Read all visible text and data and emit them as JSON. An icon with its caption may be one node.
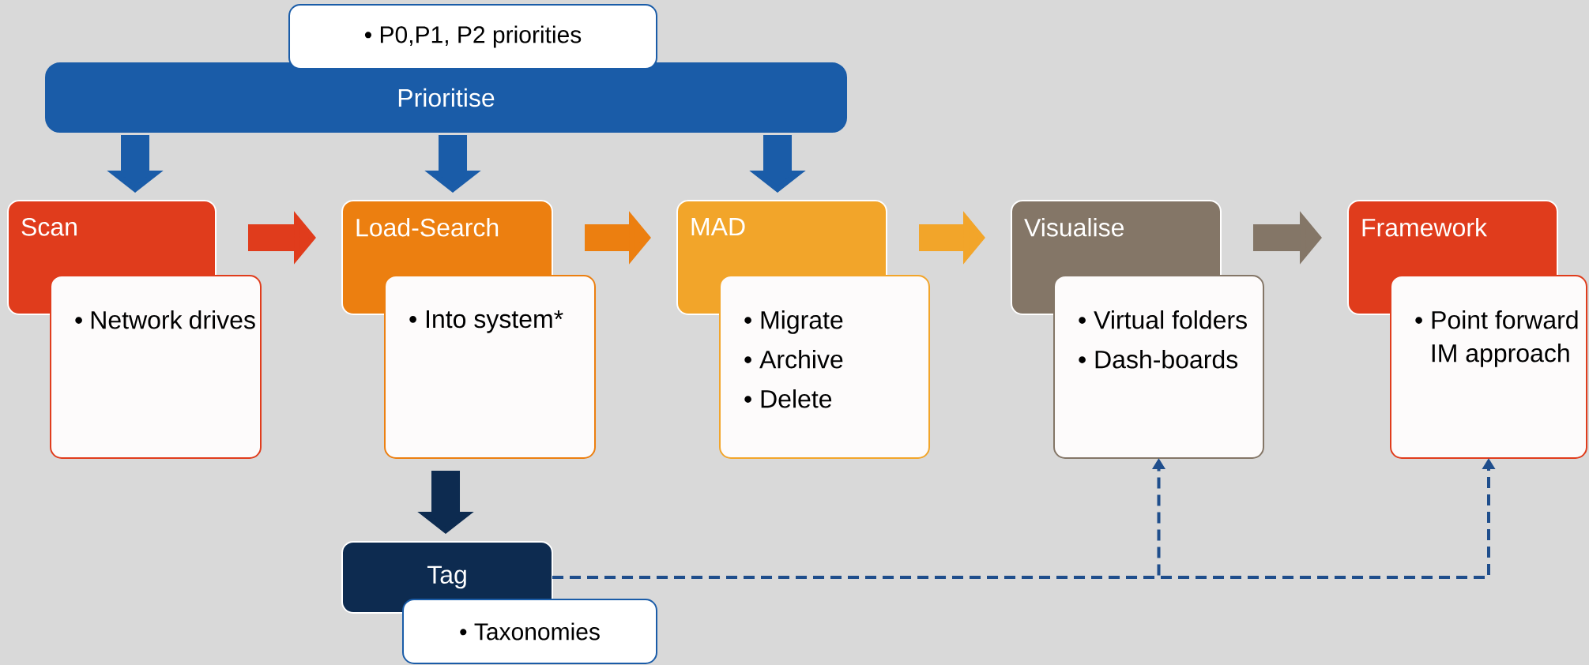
{
  "diagram": {
    "nodes": [
      {
        "text": [
          "Prioritise"
        ]
      },
      {
        "text": [
          "• P0,P1, P2 priorities"
        ]
      },
      {
        "text": [
          "Scan"
        ]
      },
      {
        "text": [
          "• Network drives"
        ]
      },
      {
        "text": [
          "Load-Search"
        ]
      },
      {
        "text": [
          "• Into system*"
        ]
      },
      {
        "text": [
          "MAD"
        ]
      },
      {
        "text": [
          "• Migrate",
          "• Archive",
          "• Delete"
        ]
      },
      {
        "text": [
          "Visualise"
        ]
      },
      {
        "text": [
          "• Virtual folders",
          "• Dash-boards"
        ]
      },
      {
        "text": [
          "Framework"
        ]
      },
      {
        "text": [
          "• Point forward IM approach"
        ]
      },
      {
        "text": [
          "Tag"
        ]
      },
      {
        "text": [
          "• Taxonomies"
        ]
      }
    ],
    "edges": [
      {
        "from": 0,
        "to": 2,
        "arrow": "to",
        "color": "#1a5ca8"
      },
      {
        "from": 0,
        "to": 4,
        "arrow": "to",
        "color": "#1a5ca8"
      },
      {
        "from": 0,
        "to": 6,
        "arrow": "to",
        "color": "#1a5ca8"
      },
      {
        "from": 2,
        "to": 4,
        "arrow": "to",
        "color": "#e03c1c"
      },
      {
        "from": 4,
        "to": 6,
        "arrow": "to",
        "color": "#ec7f10"
      },
      {
        "from": 6,
        "to": 8,
        "arrow": "to",
        "color": "#f2a52a"
      },
      {
        "from": 8,
        "to": 10,
        "arrow": "to",
        "color": "#847667"
      },
      {
        "from": 5,
        "to": 12,
        "arrow": "to",
        "color": "#0d2b50"
      },
      {
        "from": 12,
        "to": 9,
        "arrow": "to",
        "style": "dashed",
        "color": "#1f4e8c"
      },
      {
        "from": 12,
        "to": 11,
        "arrow": "to",
        "style": "dashed",
        "color": "#1f4e8c"
      }
    ]
  }
}
